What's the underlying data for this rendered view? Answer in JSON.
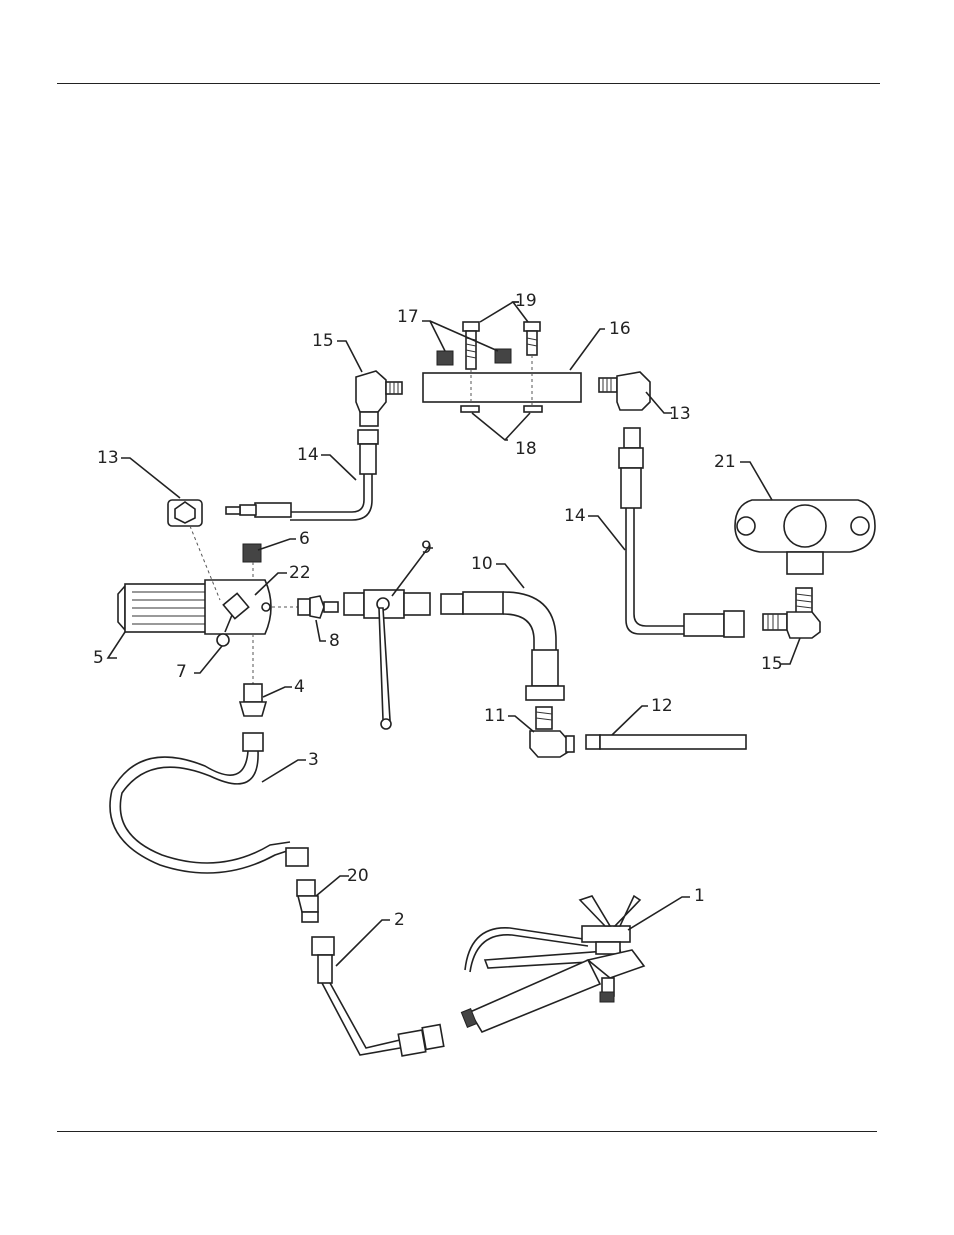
{
  "labels": {
    "l1": "1",
    "l2": "2",
    "l3": "3",
    "l4": "4",
    "l5": "5",
    "l6": "6",
    "l7": "7",
    "l8": "8",
    "l9": "9",
    "l10": "10",
    "l11": "11",
    "l12": "12",
    "l13a": "13",
    "l13b": "13",
    "l14a": "14",
    "l14b": "14",
    "l15a": "15",
    "l15b": "15",
    "l16": "16",
    "l17": "17",
    "l18": "18",
    "l19": "19",
    "l20": "20",
    "l21": "21",
    "l22": "22"
  }
}
